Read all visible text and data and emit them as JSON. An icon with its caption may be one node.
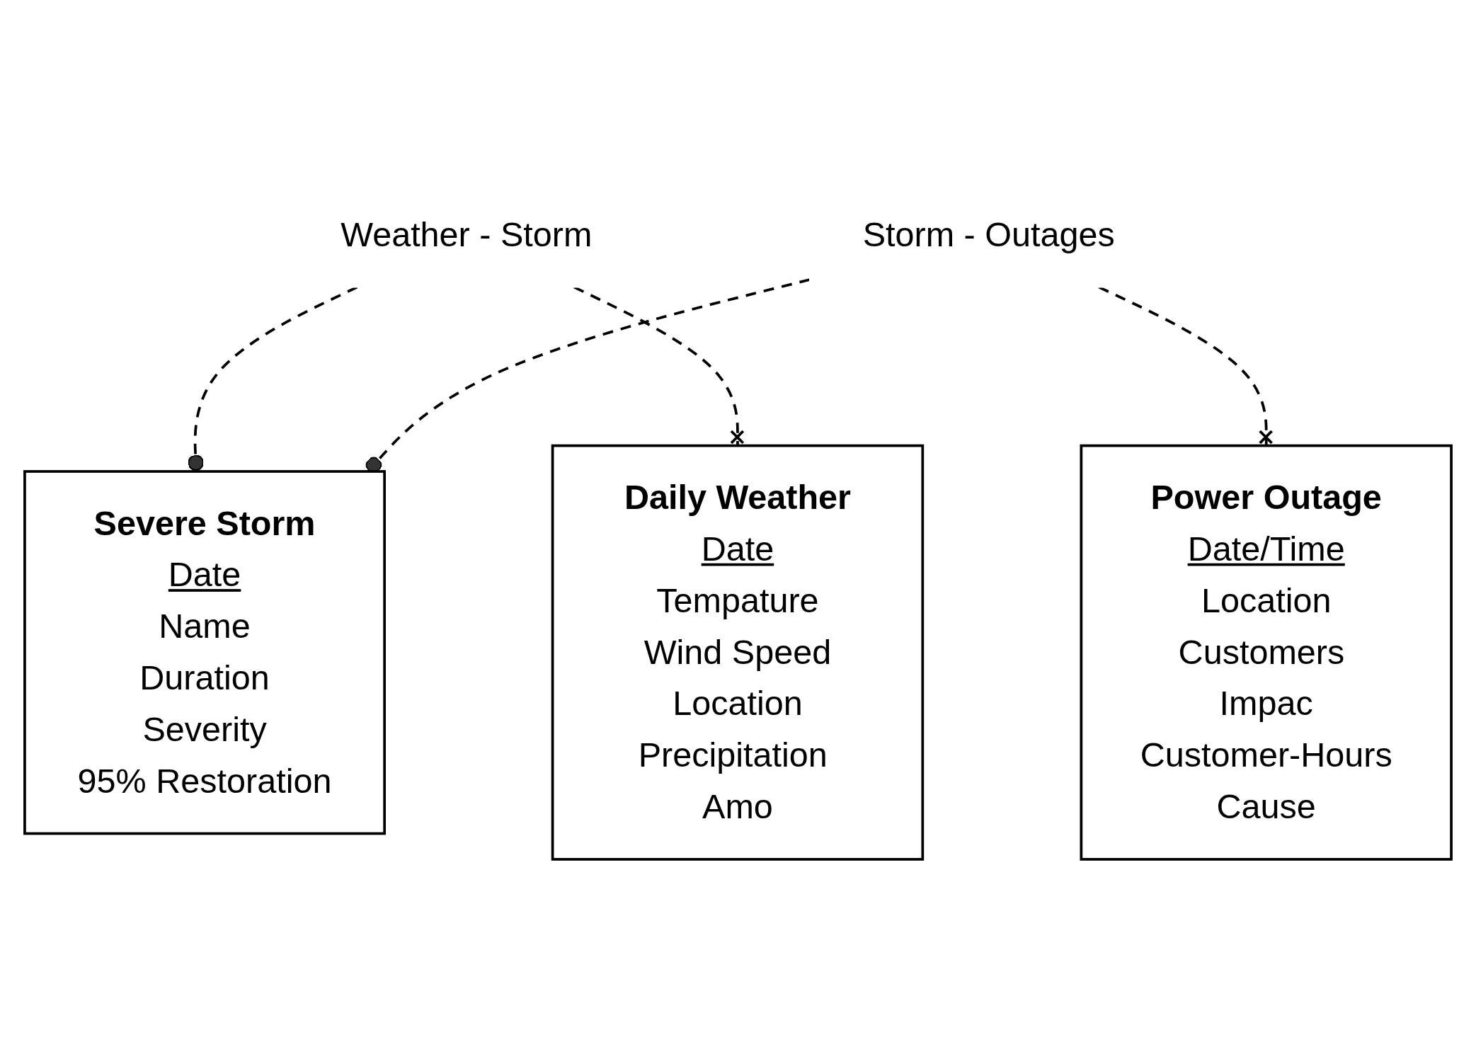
{
  "diagram": {
    "nodes": [
      {
        "text": [
          "Severe Storm",
          "Date",
          "Name",
          "Duration",
          "Severity",
          "95% Restoration"
        ]
      },
      {
        "text": [
          "Weather - Storm"
        ]
      },
      {
        "text": [
          "Storm - Outages"
        ]
      },
      {
        "text": [
          "Daily Weather",
          "Date",
          "Tempature",
          "Wind Speed",
          "Location",
          "Precipitation Amo"
        ]
      },
      {
        "text": [
          "Power Outage",
          "Date/Time",
          "Location",
          "Customers Impac",
          "Customer-Hours",
          "Cause"
        ]
      }
    ],
    "edges": [
      {
        "from": 1,
        "to": 0,
        "arrow": "other",
        "style": "dashed"
      },
      {
        "from": 1,
        "to": 3,
        "arrow": "other",
        "style": "dashed"
      },
      {
        "from": 2,
        "to": 0,
        "arrow": "other",
        "style": "dashed"
      },
      {
        "from": 2,
        "to": 4,
        "arrow": "other",
        "style": "dashed"
      }
    ]
  }
}
